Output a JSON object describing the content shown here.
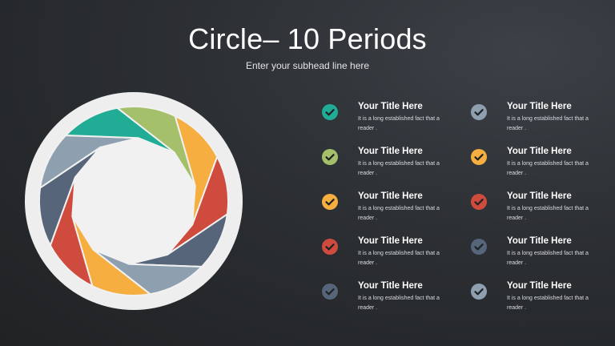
{
  "header": {
    "title": "Circle– 10 Periods",
    "subtitle": "Enter your subhead line here"
  },
  "diagram": {
    "segments": [
      {
        "color": "#a5c06b"
      },
      {
        "color": "#f5ae3f"
      },
      {
        "color": "#cf4b3d"
      },
      {
        "color": "#566579"
      },
      {
        "color": "#8e9fb0"
      },
      {
        "color": "#f5ae3f"
      },
      {
        "color": "#cf4b3d"
      },
      {
        "color": "#566579"
      },
      {
        "color": "#8e9fb0"
      },
      {
        "color": "#20ac95"
      }
    ]
  },
  "items": [
    {
      "title": "Your Title Here",
      "desc": "It is a long established fact that a reader .",
      "color": "#20ac95",
      "icon": "check-icon"
    },
    {
      "title": "Your Title Here",
      "desc": "It is a long established fact that a reader .",
      "color": "#a5c06b",
      "icon": "check-icon"
    },
    {
      "title": "Your Title Here",
      "desc": "It is a long established fact that a reader .",
      "color": "#f5ae3f",
      "icon": "check-icon"
    },
    {
      "title": "Your Title Here",
      "desc": "It is a long established fact that a reader .",
      "color": "#cf4b3d",
      "icon": "check-icon"
    },
    {
      "title": "Your Title Here",
      "desc": "It is a long established fact that a reader .",
      "color": "#566579",
      "icon": "check-icon"
    },
    {
      "title": "Your Title Here",
      "desc": "It is a long established fact that a reader .",
      "color": "#8e9fb0",
      "icon": "check-icon"
    },
    {
      "title": "Your Title Here",
      "desc": "It is a long established fact that a reader .",
      "color": "#f5ae3f",
      "icon": "check-icon"
    },
    {
      "title": "Your Title Here",
      "desc": "It is a long established fact that a reader .",
      "color": "#cf4b3d",
      "icon": "check-icon"
    },
    {
      "title": "Your Title Here",
      "desc": "It is a long established fact that a reader .",
      "color": "#566579",
      "icon": "check-icon"
    },
    {
      "title": "Your Title Here",
      "desc": "It is a long established fact that a reader .",
      "color": "#8e9fb0",
      "icon": "check-icon"
    }
  ]
}
